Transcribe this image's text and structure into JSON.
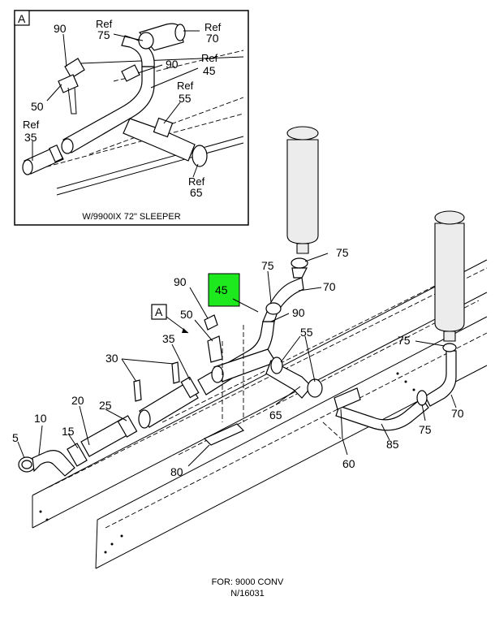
{
  "inset": {
    "view_letter": "A",
    "caption": "W/9900IX 72\" SLEEPER",
    "callouts": {
      "c90": "90",
      "c50": "50",
      "c35_ref": "Ref",
      "c35": "35",
      "c75_ref": "Ref",
      "c75": "75",
      "c70_ref": "Ref",
      "c70": "70",
      "c90b": "90",
      "c45_ref": "Ref",
      "c45": "45",
      "c55_ref": "Ref",
      "c55": "55",
      "c65_ref": "Ref",
      "c65": "65"
    }
  },
  "main": {
    "view_letter": "A",
    "highlight": {
      "label": "45",
      "color": "#1ee81e"
    },
    "callouts": {
      "c75_top": "75",
      "c75_mid": "75",
      "c70_top": "70",
      "c90_left": "90",
      "c90_mid": "90",
      "c50": "50",
      "c35": "35",
      "c55": "55",
      "c30": "30",
      "c20": "20",
      "c25": "25",
      "c10": "10",
      "c15": "15",
      "c5": "5",
      "c65": "65",
      "c80": "80",
      "c75_right": "75",
      "c75_low": "75",
      "c70_right": "70",
      "c85": "85",
      "c60": "60"
    }
  },
  "footer": {
    "line1": "FOR: 9000 CONV",
    "line2": "N/16031"
  }
}
